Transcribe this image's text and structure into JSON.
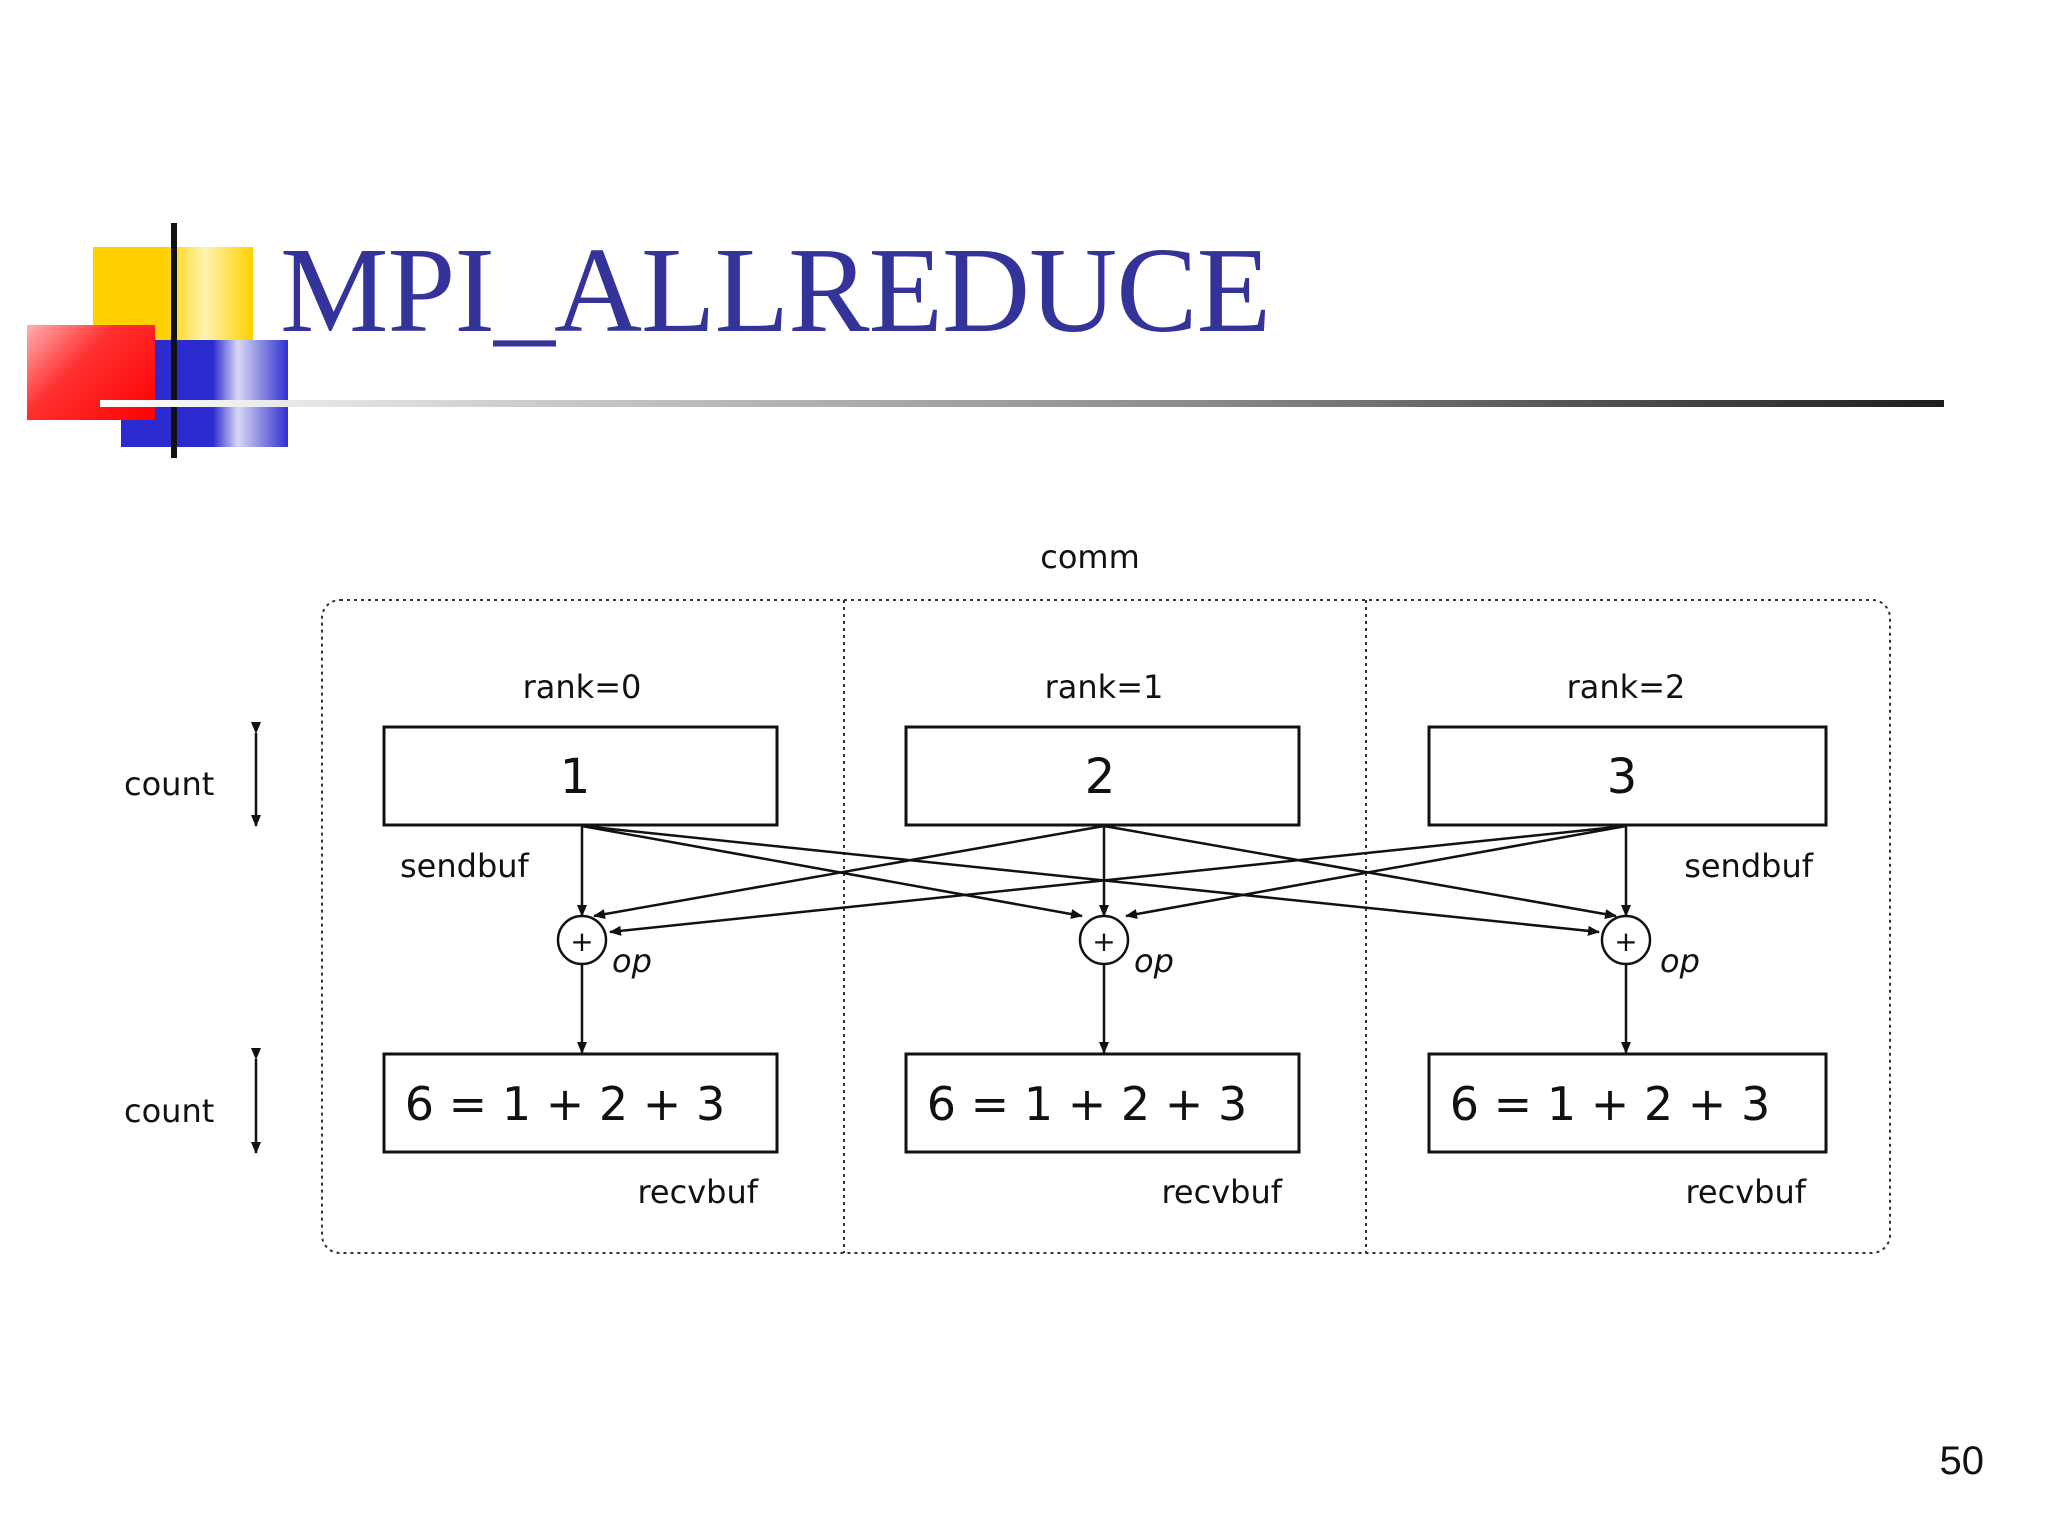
{
  "slide": {
    "title": "MPI_ALLREDUCE",
    "page_number": "50"
  },
  "diagram": {
    "comm_label": "comm",
    "count_label": "count",
    "sendbuf_label": "sendbuf",
    "recvbuf_label": "recvbuf",
    "op_label": "op",
    "op_symbol": "+",
    "ranks": [
      {
        "label": "rank=0",
        "send_value": "1",
        "recv_value": "6 = 1 + 2 + 3"
      },
      {
        "label": "rank=1",
        "send_value": "2",
        "recv_value": "6 = 1 + 2 + 3"
      },
      {
        "label": "rank=2",
        "send_value": "3",
        "recv_value": "6 = 1 + 2 + 3"
      }
    ]
  }
}
